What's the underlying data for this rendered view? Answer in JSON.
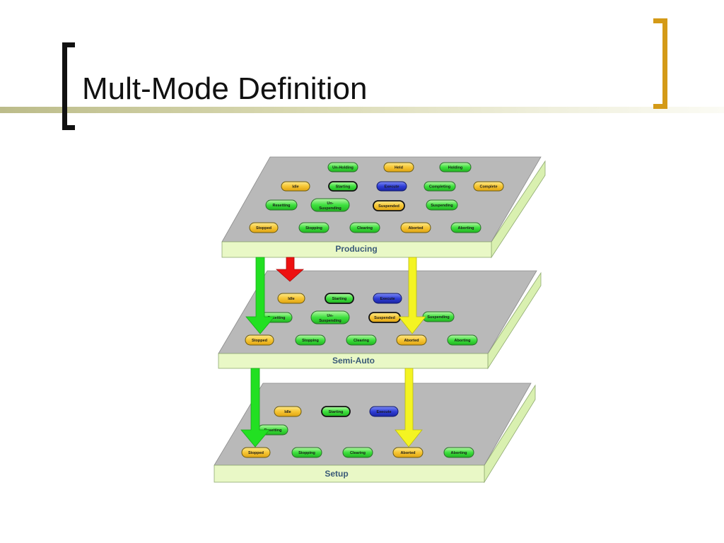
{
  "slide": {
    "title": "Mult-Mode Definition"
  },
  "colors": {
    "accent_bracket": "#d49a17",
    "title_bracket": "#111111",
    "plate_top": "#b9b9b9",
    "plate_front": "#e9f8c6",
    "state_yellow": "#f6c634",
    "state_green": "#3ee03e",
    "state_blue": "#2f3ed6",
    "arrow_green": "#22e022",
    "arrow_red": "#ee1111",
    "arrow_yellow": "#f4f422"
  },
  "layers": {
    "producing": {
      "label": "Producing",
      "states": {
        "unholding": "Un-Holding",
        "held": "Held",
        "holding": "Holding",
        "idle": "Idle",
        "starting": "Starting",
        "execute": "Execute",
        "completing": "Completing",
        "complete": "Complete",
        "resetting": "Resetting",
        "unsuspending_1": "Un-",
        "unsuspending_2": "Suspending",
        "suspended": "Suspended",
        "suspending": "Suspending",
        "stopped": "Stopped",
        "stopping": "Stopping",
        "clearing": "Clearing",
        "aborted": "Aborted",
        "aborting": "Aborting"
      }
    },
    "semiauto": {
      "label": "Semi-Auto",
      "states": {
        "idle": "Idle",
        "starting": "Starting",
        "execute": "Execute",
        "resetting": "Resetting",
        "unsuspending_1": "Un-",
        "unsuspending_2": "Suspending",
        "suspended": "Suspended",
        "suspending": "Suspending",
        "stopped": "Stopped",
        "stopping": "Stopping",
        "clearing": "Clearing",
        "aborted": "Aborted",
        "aborting": "Aborting"
      }
    },
    "setup": {
      "label": "Setup",
      "states": {
        "idle": "Idle",
        "starting": "Starting",
        "execute": "Execute",
        "resetting": "Resetting",
        "stopped": "Stopped",
        "stopping": "Stopping",
        "clearing": "Clearing",
        "aborted": "Aborted",
        "aborting": "Aborting"
      }
    }
  }
}
